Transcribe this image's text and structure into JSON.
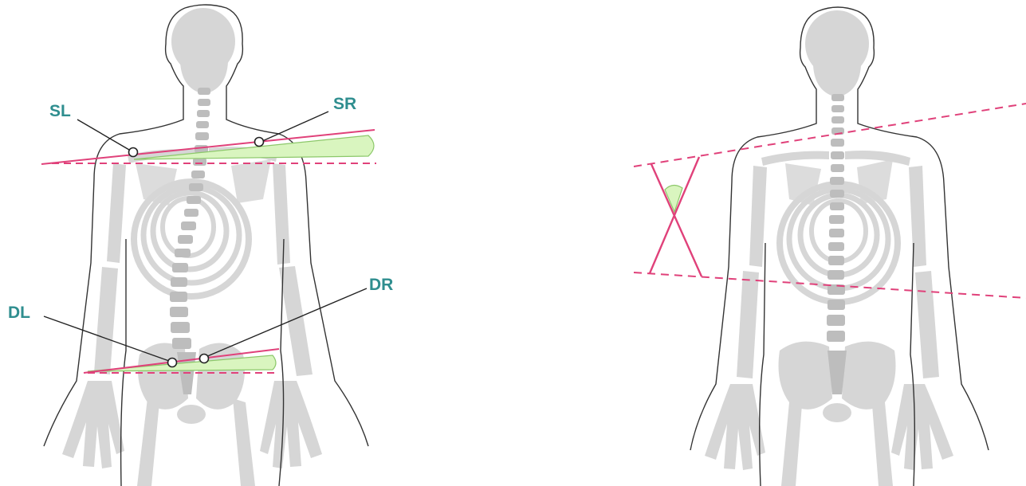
{
  "figures": [
    {
      "id": "left",
      "labels": [
        {
          "key": "SL",
          "text": "SL"
        },
        {
          "key": "SR",
          "text": "SR"
        },
        {
          "key": "DL",
          "text": "DL"
        },
        {
          "key": "DR",
          "text": "DR"
        }
      ]
    },
    {
      "id": "right",
      "labels": []
    }
  ],
  "colors": {
    "label": "#2f8e8f",
    "line": "#e0417a",
    "angle_fill": "#d9f5bf",
    "angle_stroke": "#8cc86a",
    "bone": "#d6d6d6",
    "outline": "#333333",
    "marker_stroke": "#222222"
  }
}
